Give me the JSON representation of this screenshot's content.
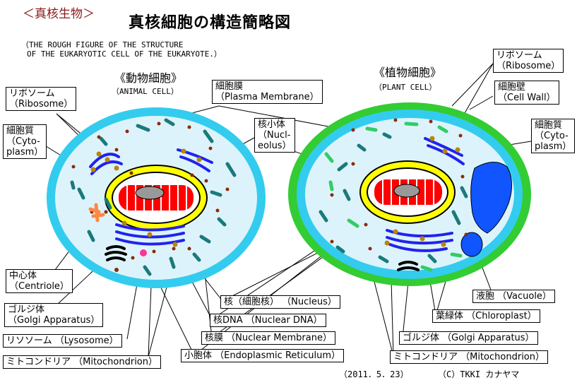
{
  "header": {
    "category": "＜真核生物＞",
    "title": "真核細胞の構造簡略図",
    "subtitle_line1": "（THE ROUGH FIGURE OF THE STRUCTURE",
    "subtitle_line2": "OF THE EUKARYOTIC CELL OF THE EUKARYOTE.）"
  },
  "animal_cell": {
    "name": "《動物細胞》",
    "name_en": "（ANIMAL CELL）"
  },
  "plant_cell": {
    "name": "《植物細胞》",
    "name_en": "（PLANT CELL）"
  },
  "labels": {
    "ribosome_left": [
      "リボソーム",
      "（Ribosome）"
    ],
    "cytoplasm_left": [
      "細胞質",
      "（Cyto-",
      "plasm）"
    ],
    "plasma_membrane": [
      "細胞膜",
      "（Plasma Membrane）"
    ],
    "nucleolus": [
      "核小体",
      "（Nucl-",
      "eolus）"
    ],
    "ribosome_right": [
      "リボソーム",
      "（Ribosome）"
    ],
    "cell_wall": [
      "細胞壁",
      "（Cell Wall）"
    ],
    "cytoplasm_right": [
      "細胞質",
      "（Cyto-",
      "plasm）"
    ],
    "centriole": [
      "中心体",
      "（Centriole）"
    ],
    "golgi_left": [
      "ゴルジ体",
      "（Golgi Apparatus）"
    ],
    "lysosome": "リソソーム （Lysosome）",
    "mito_left": "ミトコンドリア （Mitochondrion）",
    "nucleus": "核（細胞核） （Nucleus）",
    "nuclear_dna": "核DNA （Nuclear DNA）",
    "nuclear_membrane": "核膜 （Nuclear Membrane）",
    "er": "小胞体 （Endoplasmic Reticulum）",
    "vacuole": "液胞 （Vacuole）",
    "chloroplast": "葉緑体 （Chloroplast）",
    "golgi_right": "ゴルジ体 （Golgi Apparatus）",
    "mito_right": "ミトコンドリア （Mitochondrion）"
  },
  "footer": {
    "date": "（2011．5．23）",
    "credit": "（C）TKKI カナヤマ"
  },
  "colors": {
    "membrane": "#33ccee",
    "cytoplasm": "#ddf3fb",
    "cell_wall": "#33cc33",
    "nucleus_rim": "#ffff00",
    "nuclear_dna": "#ff0000",
    "nucleolus": "#999999",
    "er": "#2222ee",
    "mitochondria": "#1a7a7a",
    "ribosome": "#8b2b00",
    "golgi_dot": "#b8860b",
    "chloroplast": "#33cc66",
    "vacuole": "#1155ff",
    "centriole": "#ff8844",
    "lysosome": "#ff3399"
  }
}
